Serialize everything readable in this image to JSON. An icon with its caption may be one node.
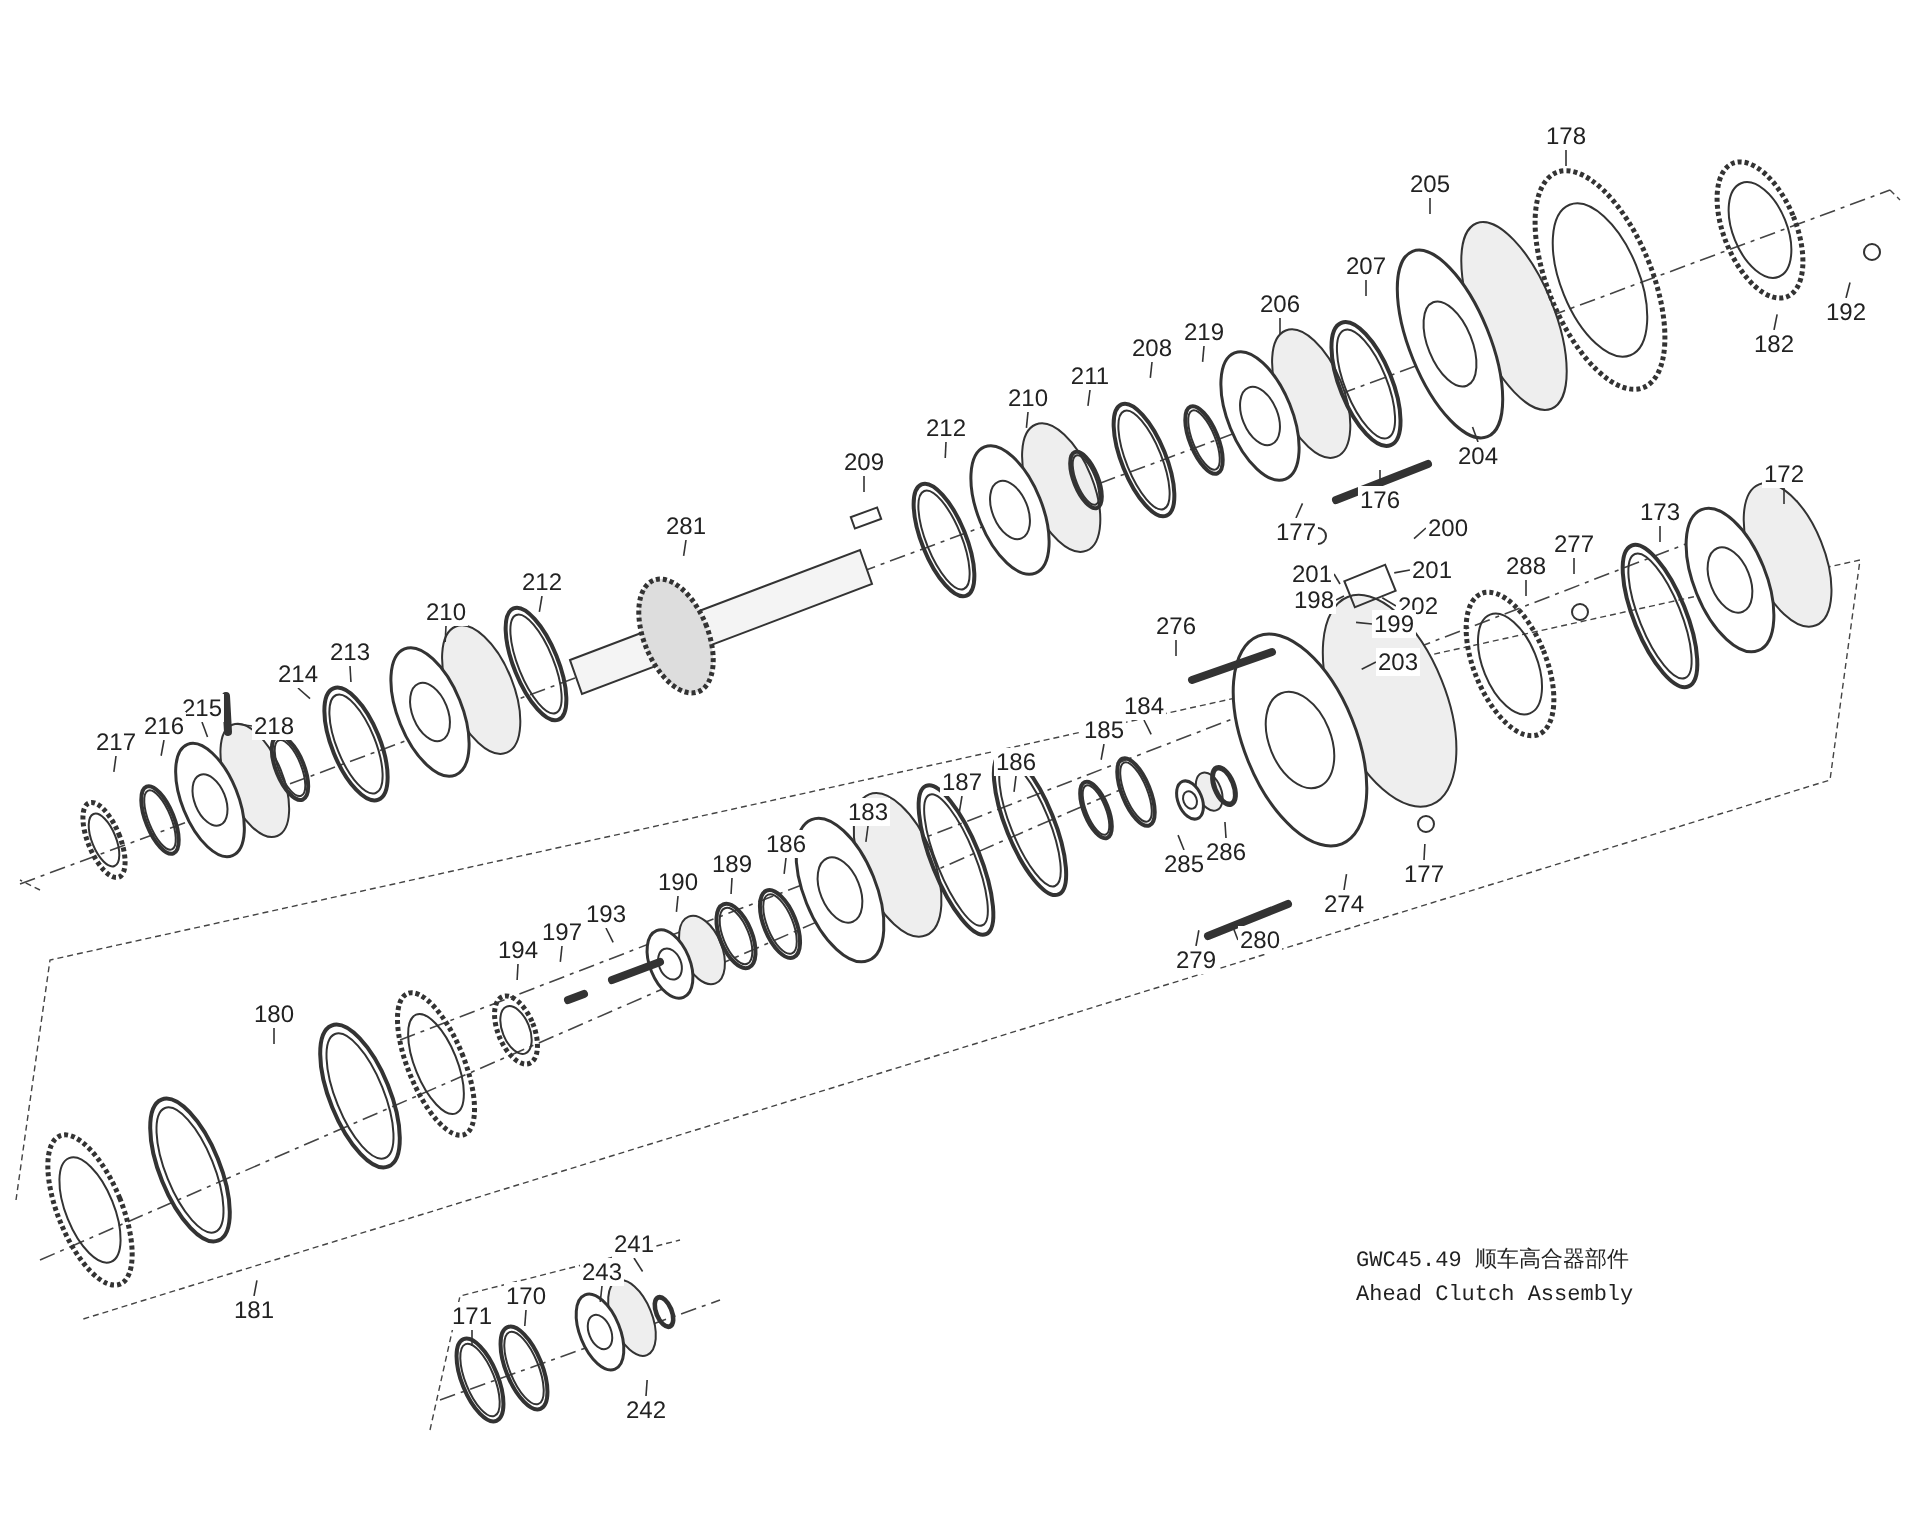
{
  "diagram": {
    "nodes": [
      {
        "text": [
          "178"
        ]
      },
      {
        "text": [
          "205"
        ]
      },
      {
        "text": [
          "192"
        ]
      },
      {
        "text": [
          "182"
        ]
      },
      {
        "text": [
          "206"
        ]
      },
      {
        "text": [
          "207"
        ]
      },
      {
        "text": [
          "219"
        ]
      },
      {
        "text": [
          "208"
        ]
      },
      {
        "text": [
          "211"
        ]
      },
      {
        "text": [
          "210"
        ]
      },
      {
        "text": [
          "212"
        ]
      },
      {
        "text": [
          "209"
        ]
      },
      {
        "text": [
          "204"
        ]
      },
      {
        "text": [
          "176"
        ]
      },
      {
        "text": [
          "177"
        ]
      },
      {
        "text": [
          "281"
        ]
      },
      {
        "text": [
          "212"
        ]
      },
      {
        "text": [
          "210"
        ]
      },
      {
        "text": [
          "213"
        ]
      },
      {
        "text": [
          "214"
        ]
      },
      {
        "text": [
          "215"
        ]
      },
      {
        "text": [
          "218"
        ]
      },
      {
        "text": [
          "216"
        ]
      },
      {
        "text": [
          "217"
        ]
      },
      {
        "text": [
          "200"
        ]
      },
      {
        "text": [
          "201"
        ]
      },
      {
        "text": [
          "201"
        ]
      },
      {
        "text": [
          "198"
        ]
      },
      {
        "text": [
          "202"
        ]
      },
      {
        "text": [
          "199"
        ]
      },
      {
        "text": [
          "203"
        ]
      },
      {
        "text": [
          "276"
        ]
      },
      {
        "text": [
          "288"
        ]
      },
      {
        "text": [
          "277"
        ]
      },
      {
        "text": [
          "173"
        ]
      },
      {
        "text": [
          "172"
        ]
      },
      {
        "text": [
          "184"
        ]
      },
      {
        "text": [
          "185"
        ]
      },
      {
        "text": [
          "186"
        ]
      },
      {
        "text": [
          "187"
        ]
      },
      {
        "text": [
          "183"
        ]
      },
      {
        "text": [
          "186"
        ]
      },
      {
        "text": [
          "189"
        ]
      },
      {
        "text": [
          "190"
        ]
      },
      {
        "text": [
          "193"
        ]
      },
      {
        "text": [
          "197"
        ]
      },
      {
        "text": [
          "194"
        ]
      },
      {
        "text": [
          "285"
        ]
      },
      {
        "text": [
          "286"
        ]
      },
      {
        "text": [
          "274"
        ]
      },
      {
        "text": [
          "177"
        ]
      },
      {
        "text": [
          "280"
        ]
      },
      {
        "text": [
          "279"
        ]
      },
      {
        "text": [
          "180"
        ]
      },
      {
        "text": [
          "181"
        ]
      },
      {
        "text": [
          "241"
        ]
      },
      {
        "text": [
          "243"
        ]
      },
      {
        "text": [
          "170"
        ]
      },
      {
        "text": [
          "171"
        ]
      },
      {
        "text": [
          "242"
        ]
      }
    ],
    "edges": [
      {
        "from": 0,
        "to": null,
        "arrow": "none"
      },
      {
        "from": 1,
        "to": null,
        "arrow": "none"
      },
      {
        "from": 2,
        "to": null,
        "arrow": "none"
      },
      {
        "from": 3,
        "to": null,
        "arrow": "none"
      },
      {
        "from": 4,
        "to": null,
        "arrow": "none"
      },
      {
        "from": 5,
        "to": null,
        "arrow": "none"
      },
      {
        "from": 6,
        "to": null,
        "arrow": "none"
      },
      {
        "from": 7,
        "to": null,
        "arrow": "none"
      },
      {
        "from": 8,
        "to": null,
        "arrow": "none"
      },
      {
        "from": 9,
        "to": null,
        "arrow": "none"
      },
      {
        "from": 10,
        "to": null,
        "arrow": "none"
      },
      {
        "from": 11,
        "to": null,
        "arrow": "none"
      },
      {
        "from": 12,
        "to": null,
        "arrow": "none"
      },
      {
        "from": 13,
        "to": null,
        "arrow": "none"
      },
      {
        "from": 14,
        "to": null,
        "arrow": "none"
      },
      {
        "from": 15,
        "to": null,
        "arrow": "none"
      },
      {
        "from": 16,
        "to": null,
        "arrow": "none"
      },
      {
        "from": 17,
        "to": null,
        "arrow": "none"
      },
      {
        "from": 18,
        "to": null,
        "arrow": "none"
      },
      {
        "from": 19,
        "to": null,
        "arrow": "none"
      },
      {
        "from": 20,
        "to": null,
        "arrow": "none"
      },
      {
        "from": 21,
        "to": null,
        "arrow": "none"
      },
      {
        "from": 22,
        "to": null,
        "arrow": "none"
      },
      {
        "from": 23,
        "to": null,
        "arrow": "none"
      },
      {
        "from": 24,
        "to": null,
        "arrow": "none"
      },
      {
        "from": 25,
        "to": null,
        "arrow": "none"
      },
      {
        "from": 26,
        "to": null,
        "arrow": "none"
      },
      {
        "from": 27,
        "to": null,
        "arrow": "none"
      },
      {
        "from": 28,
        "to": null,
        "arrow": "none"
      },
      {
        "from": 29,
        "to": null,
        "arrow": "none"
      },
      {
        "from": 30,
        "to": null,
        "arrow": "none"
      },
      {
        "from": 31,
        "to": null,
        "arrow": "none"
      },
      {
        "from": 32,
        "to": null,
        "arrow": "none"
      },
      {
        "from": 33,
        "to": null,
        "arrow": "none"
      },
      {
        "from": 34,
        "to": null,
        "arrow": "none"
      },
      {
        "from": 35,
        "to": null,
        "arrow": "none"
      },
      {
        "from": 36,
        "to": null,
        "arrow": "none"
      },
      {
        "from": 37,
        "to": null,
        "arrow": "none"
      },
      {
        "from": 38,
        "to": null,
        "arrow": "none"
      },
      {
        "from": 39,
        "to": null,
        "arrow": "none"
      },
      {
        "from": 40,
        "to": null,
        "arrow": "none"
      },
      {
        "from": 41,
        "to": null,
        "arrow": "none"
      },
      {
        "from": 42,
        "to": null,
        "arrow": "none"
      },
      {
        "from": 43,
        "to": null,
        "arrow": "none"
      },
      {
        "from": 44,
        "to": null,
        "arrow": "none"
      },
      {
        "from": 45,
        "to": null,
        "arrow": "none"
      },
      {
        "from": 46,
        "to": null,
        "arrow": "none"
      },
      {
        "from": 47,
        "to": null,
        "arrow": "none"
      },
      {
        "from": 48,
        "to": null,
        "arrow": "none"
      },
      {
        "from": 49,
        "to": null,
        "arrow": "none"
      },
      {
        "from": 50,
        "to": null,
        "arrow": "none"
      },
      {
        "from": 51,
        "to": null,
        "arrow": "none"
      },
      {
        "from": 52,
        "to": null,
        "arrow": "none"
      },
      {
        "from": 53,
        "to": null,
        "arrow": "none"
      },
      {
        "from": 54,
        "to": null,
        "arrow": "none"
      },
      {
        "from": 55,
        "to": null,
        "arrow": "none"
      },
      {
        "from": 56,
        "to": null,
        "arrow": "none"
      },
      {
        "from": 57,
        "to": null,
        "arrow": "none"
      },
      {
        "from": 58,
        "to": null,
        "arrow": "none"
      },
      {
        "from": 59,
        "to": null,
        "arrow": "none"
      }
    ],
    "labels": [
      "GWC45.49 顺车高合器部件",
      "Ahead Clutch Assembly"
    ]
  }
}
